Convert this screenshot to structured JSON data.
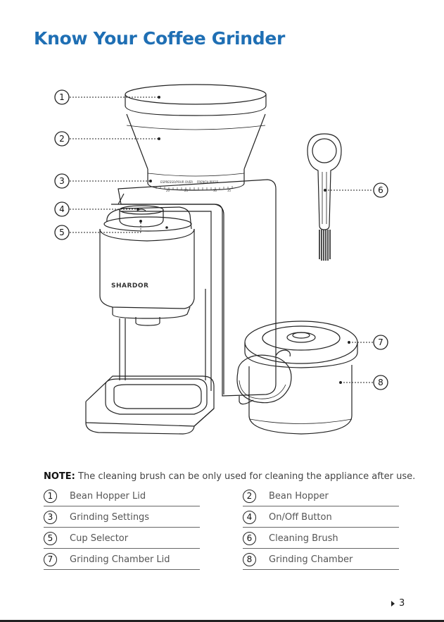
{
  "title": "Know Your Coffee Grinder",
  "diagram": {
    "brand_mark": "SHARDOR",
    "dial_labels": [
      "ESPRESSO/POUR OVER",
      "20",
      "25",
      "FRENCH PRESS",
      "30",
      "35"
    ],
    "callouts": [
      "1",
      "2",
      "3",
      "4",
      "5",
      "6",
      "7",
      "8"
    ]
  },
  "note": {
    "label": "NOTE:",
    "text": "The cleaning brush can be only used for cleaning the appliance after use."
  },
  "legend": {
    "left": [
      {
        "num": "1",
        "label": "Bean Hopper Lid"
      },
      {
        "num": "3",
        "label": "Grinding Settings"
      },
      {
        "num": "5",
        "label": "Cup Selector"
      },
      {
        "num": "7",
        "label": "Grinding Chamber Lid"
      }
    ],
    "right": [
      {
        "num": "2",
        "label": "Bean Hopper"
      },
      {
        "num": "4",
        "label": "On/Off Button"
      },
      {
        "num": "6",
        "label": "Cleaning Brush"
      },
      {
        "num": "8",
        "label": "Grinding Chamber"
      }
    ]
  },
  "page_number": "3",
  "colors": {
    "title": "#1f6fb4",
    "line": "#222222"
  }
}
